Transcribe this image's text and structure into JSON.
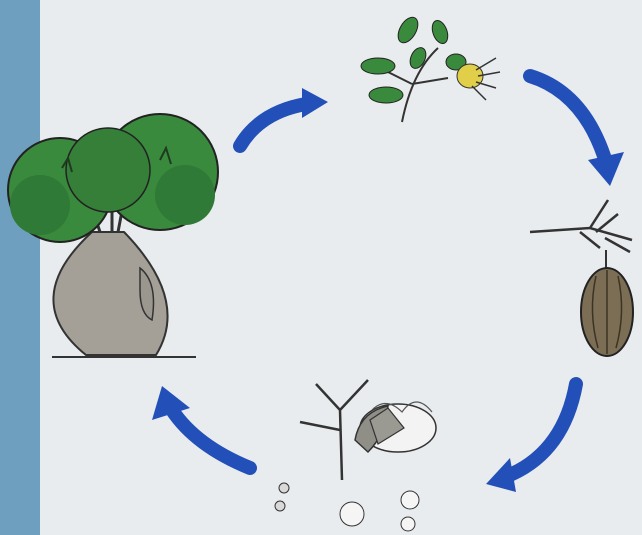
{
  "diagram": {
    "title": "",
    "stages": [
      {
        "id": "tree",
        "icon": "baobab-tree-icon"
      },
      {
        "id": "flower",
        "icon": "flowering-branch-icon"
      },
      {
        "id": "fruit",
        "icon": "hanging-fruit-pod-icon"
      },
      {
        "id": "seeds",
        "icon": "open-pod-with-seeds-icon"
      }
    ],
    "arrows": [
      {
        "from": "tree",
        "to": "flower"
      },
      {
        "from": "flower",
        "to": "fruit"
      },
      {
        "from": "fruit",
        "to": "seeds"
      },
      {
        "from": "seeds",
        "to": "tree"
      }
    ]
  },
  "colors": {
    "side_band": "#6f9fbe",
    "paper": "#e9ecee",
    "arrow_blue": "#2350b8",
    "leaf_green": "#3a8a3e",
    "trunk_grey": "#a4a097",
    "flower_yellow": "#e1cf4a",
    "pod_brown": "#7c6e55"
  }
}
